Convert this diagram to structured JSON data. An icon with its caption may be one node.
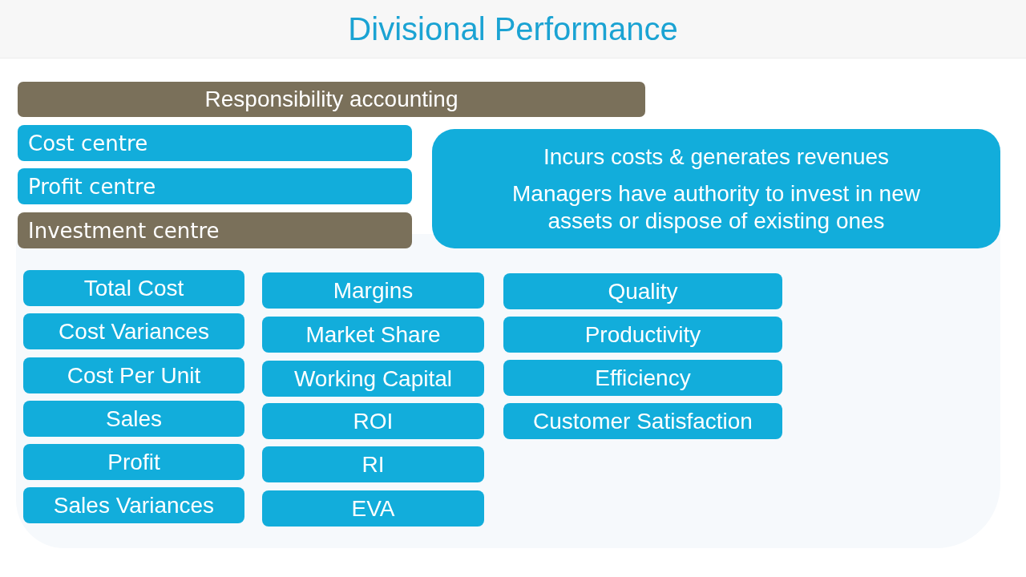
{
  "diagram": {
    "title": "Divisional Performance",
    "nodes": [
      {
        "text": [
          "Responsibility accounting"
        ]
      },
      {
        "text": [
          "Cost centre"
        ]
      },
      {
        "text": [
          "Profit centre"
        ]
      },
      {
        "text": [
          "Investment centre"
        ]
      },
      {
        "text": [
          "Incurs costs & generates revenues",
          "Managers have authority to invest in new assets or dispose of existing ones"
        ]
      },
      {
        "text": [
          "Total Cost"
        ]
      },
      {
        "text": [
          "Cost Variances"
        ]
      },
      {
        "text": [
          "Cost Per Unit"
        ]
      },
      {
        "text": [
          "Sales"
        ]
      },
      {
        "text": [
          "Profit"
        ]
      },
      {
        "text": [
          "Sales Variances"
        ]
      },
      {
        "text": [
          "Margins"
        ]
      },
      {
        "text": [
          "Market Share"
        ]
      },
      {
        "text": [
          "Working Capital"
        ]
      },
      {
        "text": [
          "ROI"
        ]
      },
      {
        "text": [
          "RI"
        ]
      },
      {
        "text": [
          "EVA"
        ]
      },
      {
        "text": [
          "Quality"
        ]
      },
      {
        "text": [
          "Productivity"
        ]
      },
      {
        "text": [
          "Efficiency"
        ]
      },
      {
        "text": [
          "Customer Satisfaction"
        ]
      }
    ]
  }
}
